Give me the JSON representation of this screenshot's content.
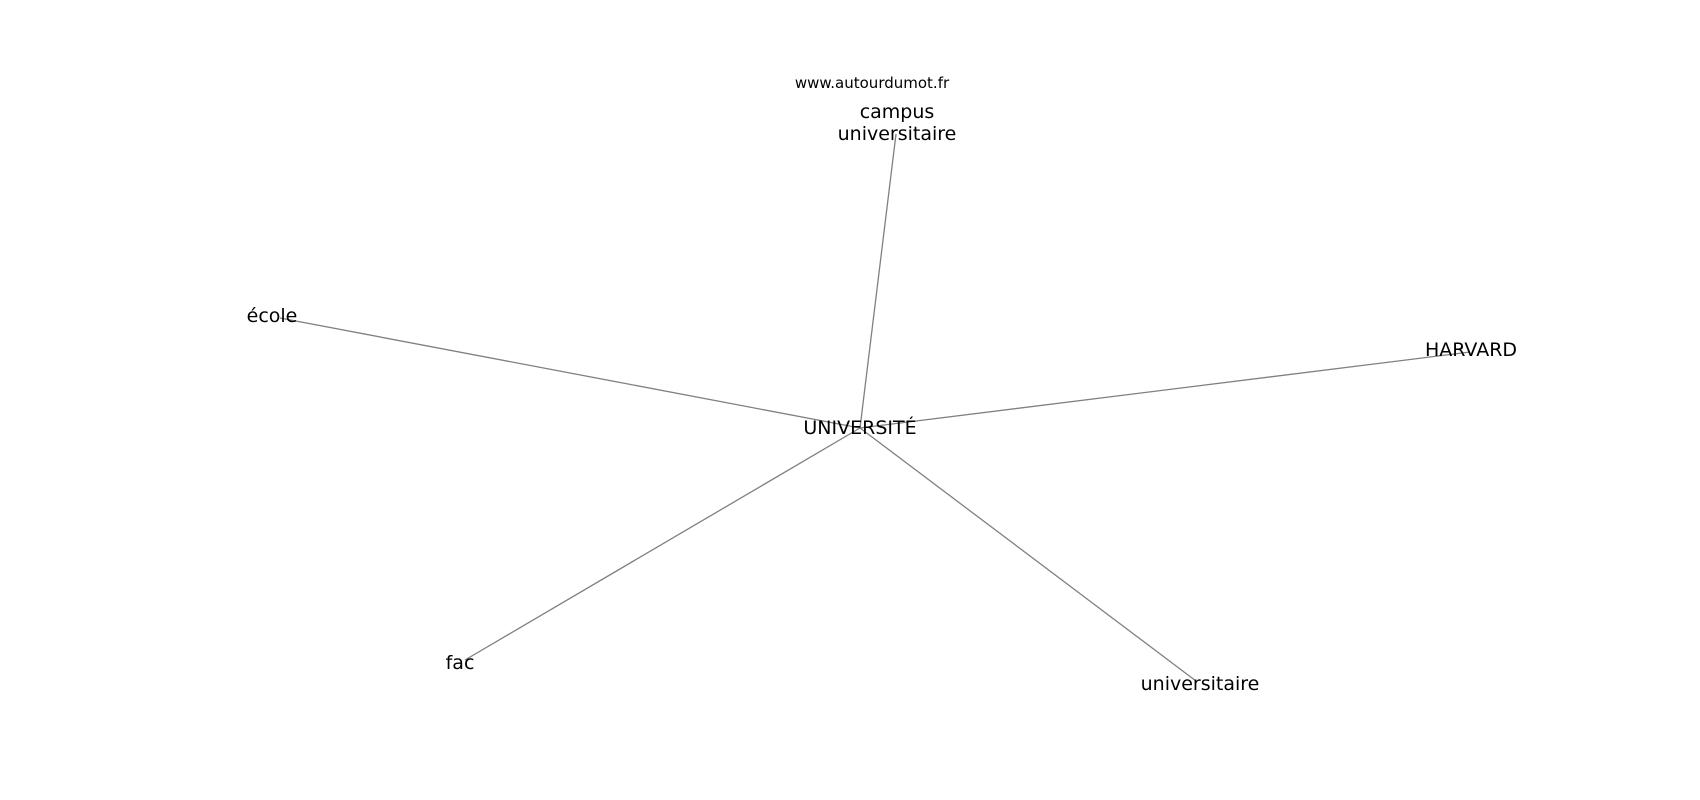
{
  "watermark": "www.autourdumot.fr",
  "center": {
    "id": "universite",
    "label": "UNIVERSITÉ"
  },
  "nodes": [
    {
      "id": "campus",
      "label": "campus\nuniversitaire"
    },
    {
      "id": "ecole",
      "label": "école"
    },
    {
      "id": "harvard",
      "label": "HARVARD"
    },
    {
      "id": "fac",
      "label": "fac"
    },
    {
      "id": "universitaire",
      "label": "universitaire"
    }
  ],
  "edges": [
    [
      "universite",
      "campus"
    ],
    [
      "universite",
      "ecole"
    ],
    [
      "universite",
      "harvard"
    ],
    [
      "universite",
      "fac"
    ],
    [
      "universite",
      "universitaire"
    ]
  ]
}
